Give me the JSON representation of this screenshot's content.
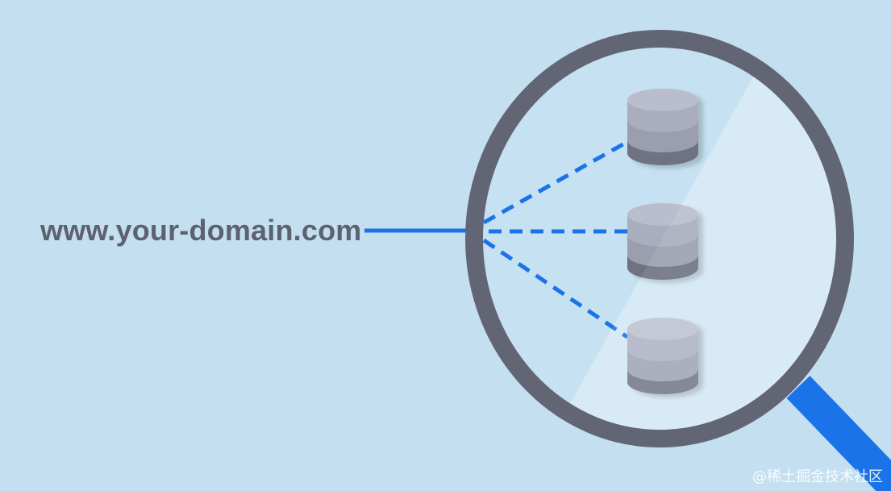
{
  "diagram": {
    "domain_label": "www.your-domain.com",
    "watermark": "@稀土掘金技术社区",
    "nodes": [
      {
        "id": "server-top",
        "icon": "database-icon"
      },
      {
        "id": "server-middle",
        "icon": "database-icon"
      },
      {
        "id": "server-bottom",
        "icon": "database-icon"
      }
    ],
    "icons": {
      "magnifier": "magnifying-glass-icon",
      "server": "database-icon"
    },
    "colors": {
      "background": "#c3dff0",
      "text": "#5d6170",
      "line": "#1a73e8",
      "magnifier_ring": "#626573",
      "magnifier_handle": "#1a73e8",
      "lens": "#c9e3f2",
      "db_light": "#b9bdcd",
      "db_mid": "#9a9eae",
      "db_dark": "#6e7281"
    }
  }
}
